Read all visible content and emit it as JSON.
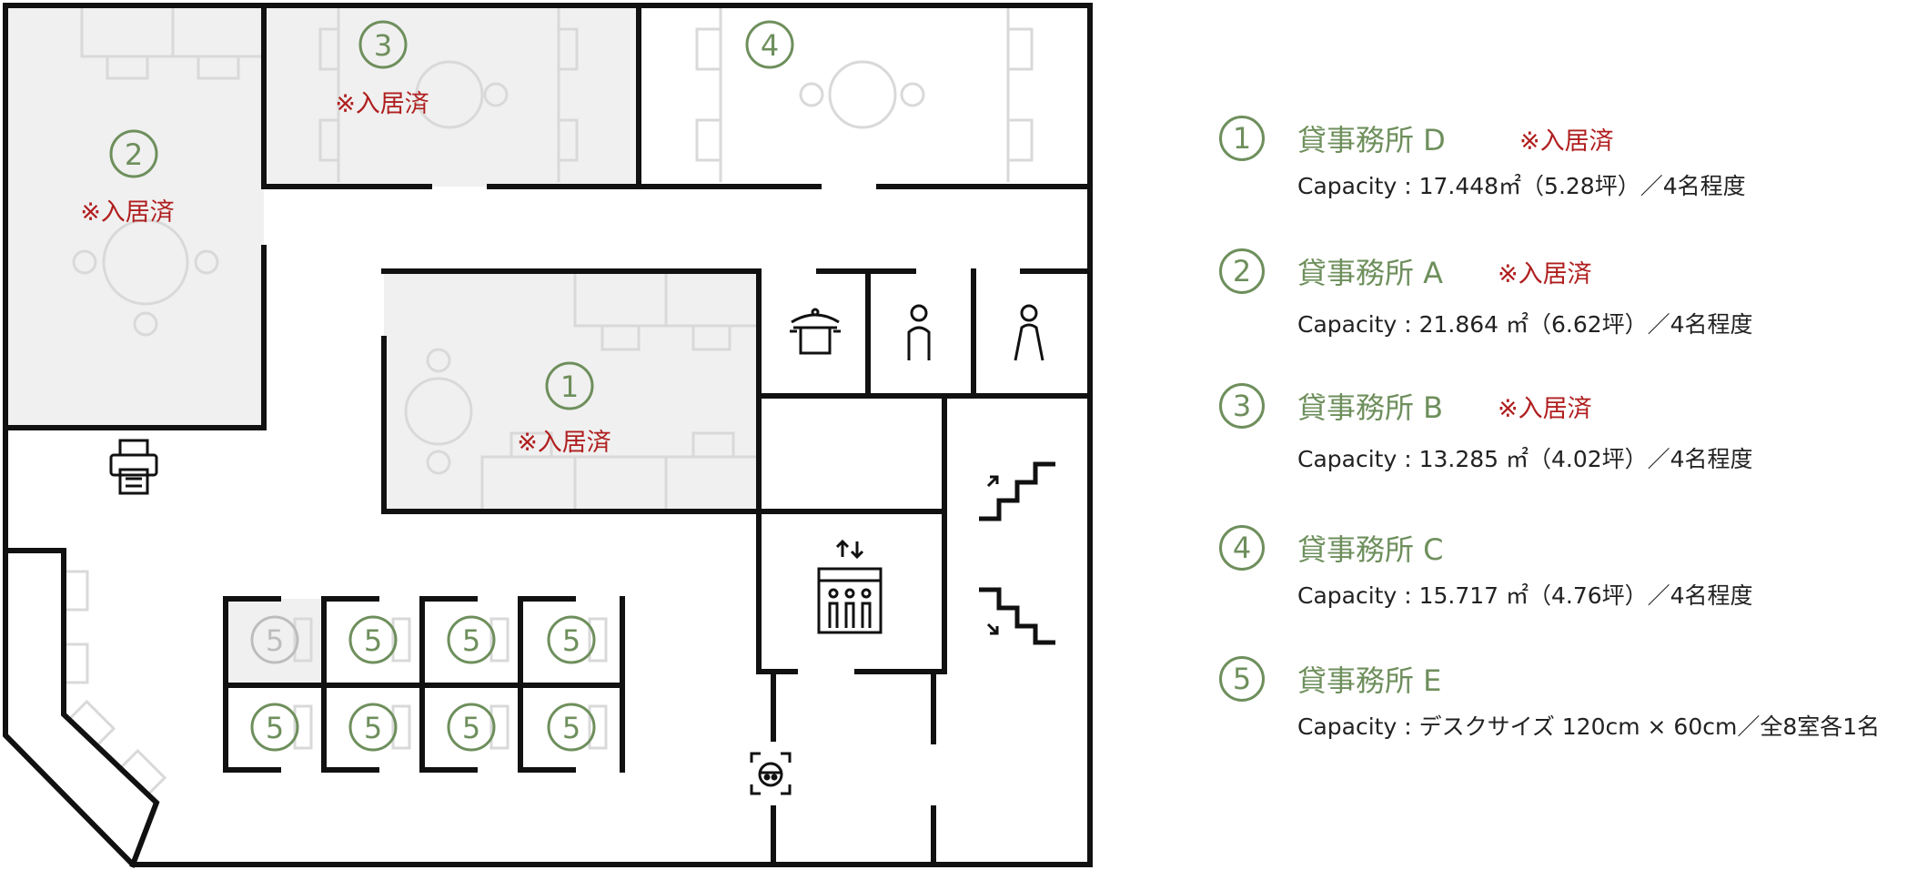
{
  "colors": {
    "accent_green": "#6e8f5c",
    "status_red": "#b01e1e",
    "wall": "#111111",
    "occupied_fill": "#f0f0f0",
    "furniture_line": "#d9d9d9"
  },
  "plan": {
    "room_d": {
      "number": "1",
      "status": "※入居済"
    },
    "room_a": {
      "number": "2",
      "status": "※入居済"
    },
    "room_b": {
      "number": "3",
      "status": "※入居済"
    },
    "room_c": {
      "number": "4"
    },
    "booths": [
      "5",
      "5",
      "5",
      "5",
      "5",
      "5",
      "5",
      "5"
    ],
    "icons": [
      "kitchen-pot-icon",
      "male-restroom-icon",
      "female-restroom-icon",
      "printer-icon",
      "elevator-icon",
      "stairs-up-icon",
      "stairs-down-icon",
      "face-recognition-icon"
    ]
  },
  "legend": [
    {
      "number": "1",
      "title": "貸事務所 D",
      "status": "※入居済",
      "capacity": "Capacity : 17.448㎡（5.28坪）／4名程度"
    },
    {
      "number": "2",
      "title": "貸事務所 A",
      "status": "※入居済",
      "capacity": " Capacity : 21.864 ㎡（6.62坪）／4名程度"
    },
    {
      "number": "3",
      "title": "貸事務所 B",
      "status": "※入居済",
      "capacity": " Capacity : 13.285 ㎡（4.02坪）／4名程度"
    },
    {
      "number": "4",
      "title": "貸事務所 C",
      "status": "",
      "capacity": "Capacity : 15.717 ㎡（4.76坪）／4名程度"
    },
    {
      "number": "5",
      "title": "貸事務所 E",
      "status": "",
      "capacity": "Capacity : デスクサイズ 120cm × 60cm／全8室各1名"
    }
  ]
}
